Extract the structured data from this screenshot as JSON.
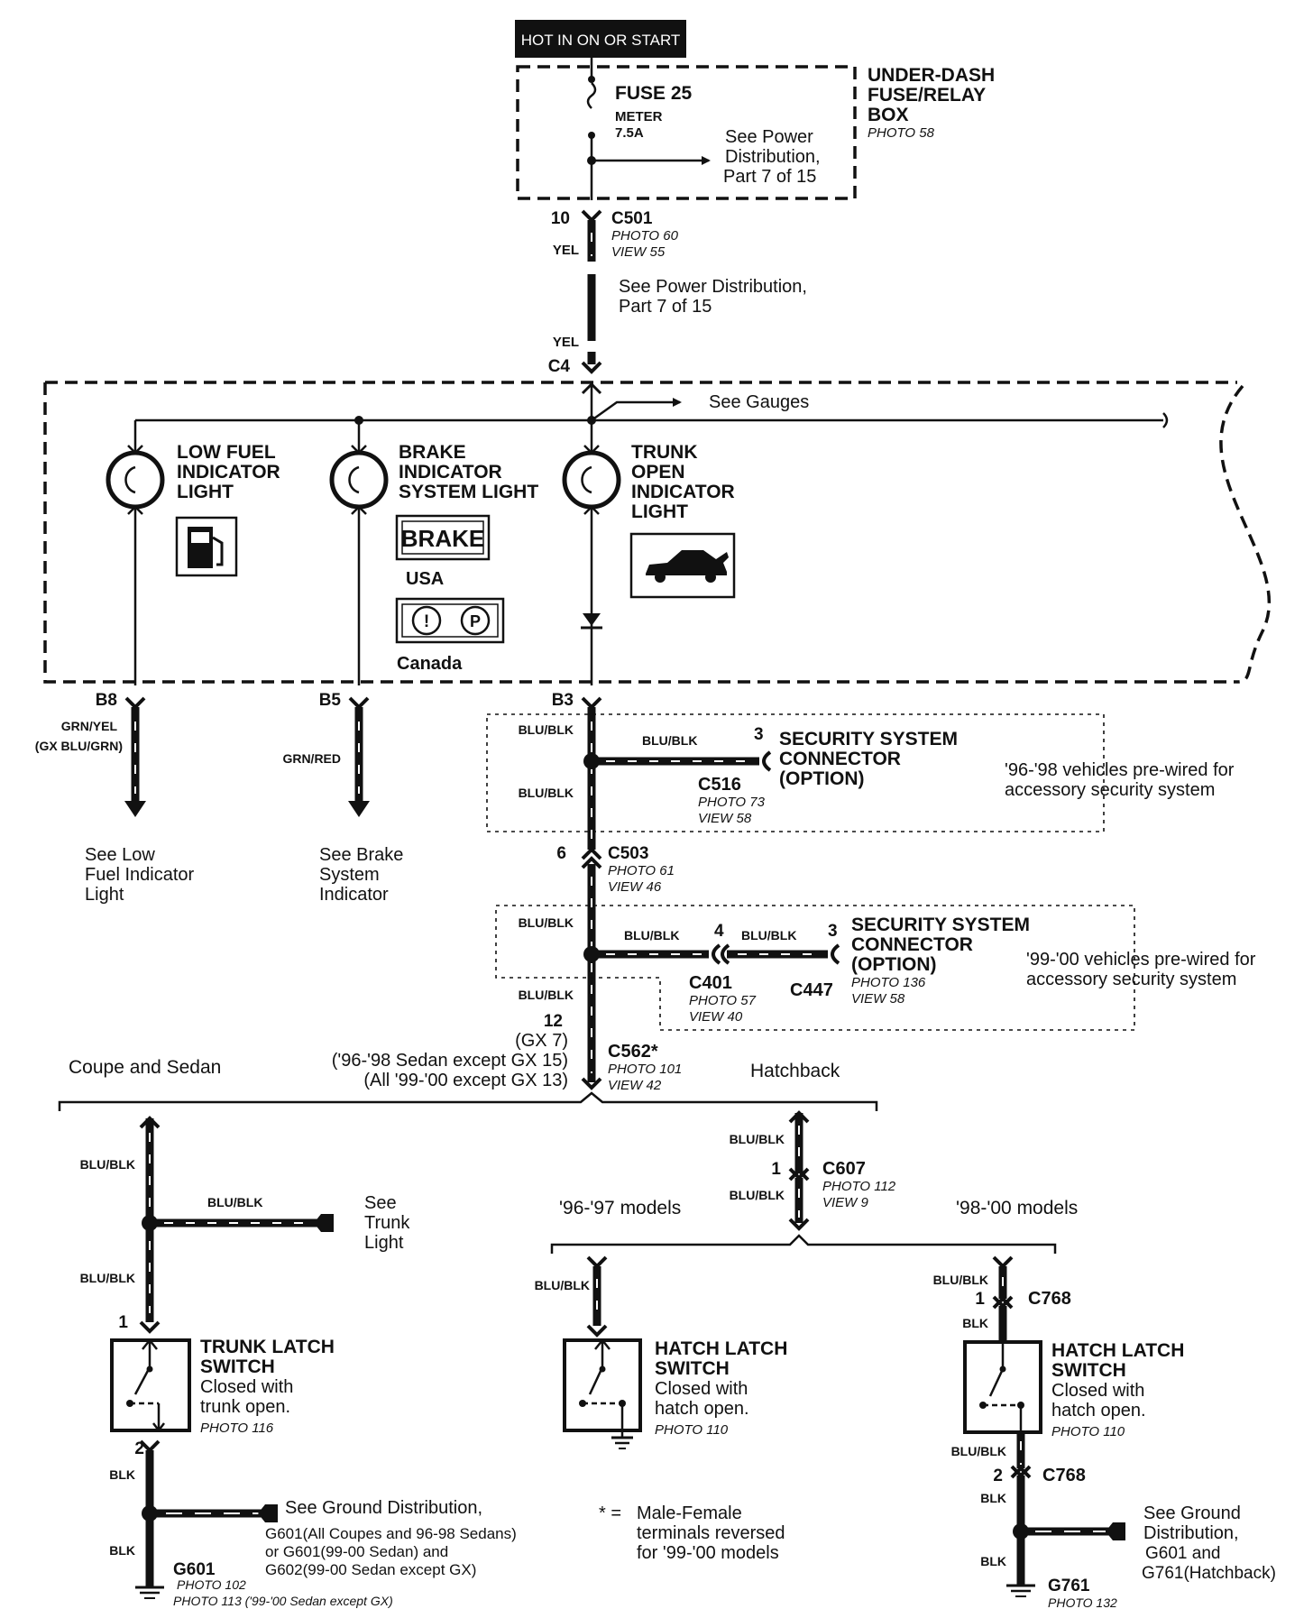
{
  "header": {
    "hot_label": "HOT IN ON OR START"
  },
  "fuse_box": {
    "fuse_name": "FUSE 25",
    "fuse_sub": "METER",
    "fuse_amp": "7.5A",
    "title1": "UNDER-DASH",
    "title2": "FUSE/RELAY",
    "title3": "BOX",
    "photo": "PHOTO 58",
    "see1": "See Power",
    "see2": "Distribution,",
    "see3": "Part 7 of 15"
  },
  "c501": {
    "pin": "10",
    "name": "C501",
    "photo": "PHOTO 60",
    "view": "VIEW 55",
    "wire": "YEL"
  },
  "power_note": {
    "line1": "See Power Distribution,",
    "line2": "Part 7 of 15"
  },
  "c4": {
    "wire": "YEL",
    "name": "C4"
  },
  "gauges": {
    "label": "See Gauges"
  },
  "lights": {
    "low_fuel": {
      "l1": "LOW FUEL",
      "l2": "INDICATOR",
      "l3": "LIGHT"
    },
    "brake": {
      "l1": "BRAKE",
      "l2": "INDICATOR",
      "l3": "SYSTEM LIGHT",
      "sign": "BRAKE",
      "usa": "USA",
      "canada": "Canada"
    },
    "trunk": {
      "l1": "TRUNK",
      "l2": "OPEN",
      "l3": "INDICATOR",
      "l4": "LIGHT"
    }
  },
  "pins": {
    "b8": "B8",
    "b5": "B5",
    "b3": "B3"
  },
  "b8_wire": {
    "w1": "GRN/YEL",
    "w2": "(GX BLU/GRN)",
    "see1": "See Low",
    "see2": "Fuel Indicator",
    "see3": "Light"
  },
  "b5_wire": {
    "w1": "GRN/RED",
    "see1": "See Brake",
    "see2": "System",
    "see3": "Indicator"
  },
  "sec1": {
    "wire_a": "BLU/BLK",
    "wire_b": "BLU/BLK",
    "wire_c": "BLU/BLK",
    "pin": "3",
    "t1": "SECURITY SYSTEM",
    "t2": "CONNECTOR",
    "t3": "(OPTION)",
    "conn": "C516",
    "photo": "PHOTO 73",
    "view": "VIEW 58",
    "note1": "'96-'98 vehicles pre-wired for",
    "note2": "accessory security system"
  },
  "c503": {
    "pin": "6",
    "name": "C503",
    "photo": "PHOTO 61",
    "view": "VIEW 46"
  },
  "sec2": {
    "wire_a": "BLU/BLK",
    "wire_b": "BLU/BLK",
    "pin4": "4",
    "wire_c": "BLU/BLK",
    "pin3": "3",
    "t1": "SECURITY SYSTEM",
    "t2": "CONNECTOR",
    "t3": "(OPTION)",
    "c401": "C401",
    "c401_photo": "PHOTO 57",
    "c401_view": "VIEW 40",
    "c447": "C447",
    "photo": "PHOTO 136",
    "view": "VIEW 58",
    "note1": "'99-'00 vehicles pre-wired for",
    "note2": "accessory security system",
    "wire_d": "BLU/BLK"
  },
  "c562": {
    "p1": "12",
    "p2": "(GX 7)",
    "p3": "('96-'98 Sedan except GX 15)",
    "p4": "(All '99-'00 except GX 13)",
    "name": "C562*",
    "photo": "PHOTO 101",
    "view": "VIEW 42"
  },
  "branches": {
    "coupe": "Coupe and Sedan",
    "hatch": "Hatchback",
    "m9697": "'96-'97 models",
    "m9800": "'98-'00 models"
  },
  "coupe": {
    "wire1": "BLU/BLK",
    "wire2": "BLU/BLK",
    "wire3": "BLU/BLK",
    "see1": "See",
    "see2": "Trunk",
    "see3": "Light",
    "pin1": "1",
    "sw1": "TRUNK LATCH",
    "sw2": "SWITCH",
    "sw3": "Closed with",
    "sw4": "trunk open.",
    "photo": "PHOTO 116",
    "pin2": "2",
    "blk1": "BLK",
    "blk2": "BLK",
    "gnd1": "See Ground Distribution,",
    "gnd2": "G601(All Coupes and 96-98 Sedans)",
    "gnd3": "or G601(99-00 Sedan) and",
    "gnd4": "G602(99-00 Sedan except GX)",
    "g601": "G601",
    "g601_photo1": "PHOTO 102",
    "g601_photo2": "PHOTO 113 ('99-'00 Sedan except GX)"
  },
  "c607": {
    "wire1": "BLU/BLK",
    "pin": "1",
    "name": "C607",
    "photo": "PHOTO 112",
    "view": "VIEW 9",
    "wire2": "BLU/BLK"
  },
  "hatch9697": {
    "wire": "BLU/BLK",
    "sw1": "HATCH LATCH",
    "sw2": "SWITCH",
    "sw3": "Closed with",
    "sw4": "hatch open.",
    "photo": "PHOTO 110"
  },
  "hatch9800": {
    "wire1": "BLU/BLK",
    "pin1": "1",
    "c768a": "C768",
    "blk1": "BLK",
    "sw1": "HATCH LATCH",
    "sw2": "SWITCH",
    "sw3": "Closed with",
    "sw4": "hatch open.",
    "photo": "PHOTO 110",
    "wire2": "BLU/BLK",
    "pin2": "2",
    "c768b": "C768",
    "blk2": "BLK",
    "blk3": "BLK",
    "gnd1": "See Ground",
    "gnd2": "Distribution,",
    "gnd3": "G601 and",
    "gnd4": "G761(Hatchback)",
    "g761": "G761",
    "g761_photo": "PHOTO 132"
  },
  "footnote": {
    "star": "* =",
    "l1": "Male-Female",
    "l2": "terminals reversed",
    "l3": "for '99-'00 models"
  }
}
